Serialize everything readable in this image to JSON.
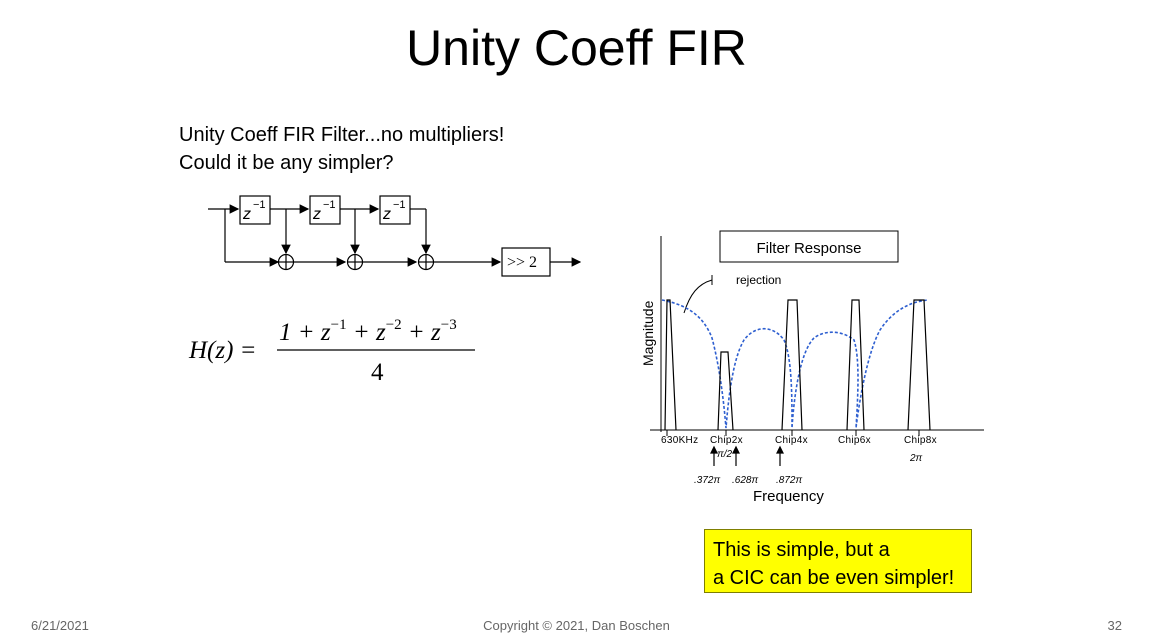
{
  "slide": {
    "title": "Unity Coeff FIR",
    "intro_line_1": "Unity Coeff FIR Filter...no multipliers!",
    "intro_line_2": "Could it be any simpler?"
  },
  "block_diagram": {
    "delay_labels": [
      "z",
      "z",
      "z"
    ],
    "delay_exponent": "−1",
    "shift_block": ">> 2"
  },
  "equation": {
    "lhs": "H(z) =",
    "numerator_terms": [
      "1 + z",
      "−1",
      " + z",
      "−2",
      " + z",
      "−3"
    ],
    "denominator": "4"
  },
  "response_plot": {
    "title": "Filter Response",
    "ylabel": "Magnitude",
    "xlabel": "Frequency",
    "annotation": "rejection",
    "tick_labels": [
      "630KHz",
      "Chip2x",
      "Chip4x",
      "Chip6x",
      "Chip8x"
    ],
    "pi_labels": {
      "pi_over_2": "π/2",
      "two_pi": "2π",
      "f1": ".372π",
      "f2": ".628π",
      "f3": ".872π"
    }
  },
  "note": {
    "line_1": "This is simple, but a",
    "line_2": "a CIC can be even simpler!"
  },
  "footer": {
    "date": "6/21/2021",
    "copyright": "Copyright © 2021, Dan Boschen",
    "page": "32"
  }
}
